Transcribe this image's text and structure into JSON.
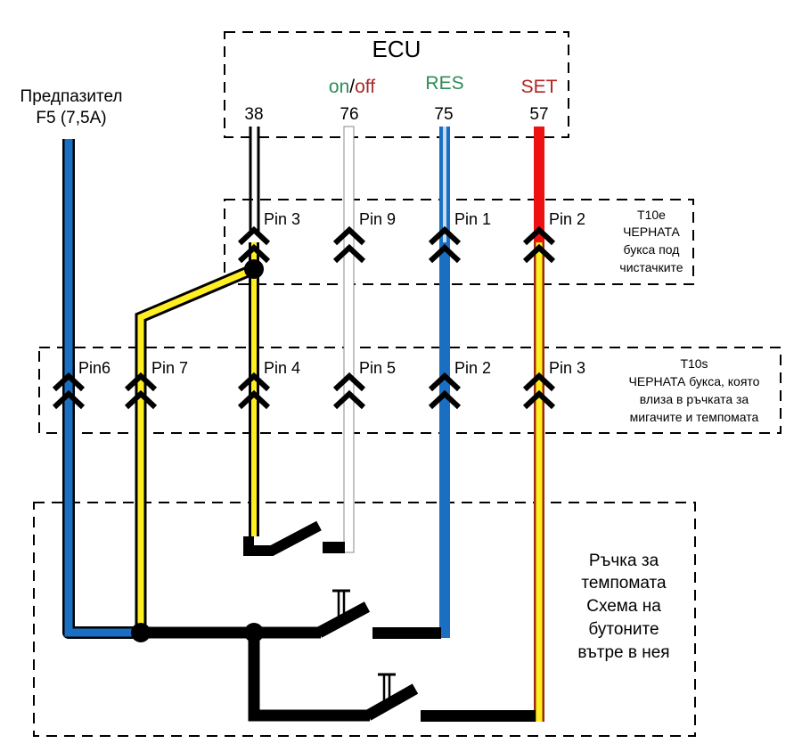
{
  "ecu": {
    "title": "ECU",
    "functions": [
      {
        "id": "onoff",
        "parts": [
          {
            "text": "on",
            "color": "#2e8b57"
          },
          {
            "text": "/",
            "color": "#000000"
          },
          {
            "text": "off",
            "color": "#a52a2a"
          }
        ]
      },
      {
        "id": "res",
        "parts": [
          {
            "text": "RES",
            "color": "#2e8b57"
          }
        ]
      },
      {
        "id": "set",
        "parts": [
          {
            "text": "SET",
            "color": "#b22222"
          }
        ]
      }
    ],
    "terminals": [
      "38",
      "76",
      "75",
      "57"
    ]
  },
  "fuse": {
    "line1": "Предпазител",
    "line2": "F5 (7,5A)"
  },
  "connector_t10e": {
    "name": "T10e",
    "desc_lines": [
      "ЧЕРНАТА",
      "букса под",
      "чистачките"
    ],
    "pins": [
      "Pin 3",
      "Pin 9",
      "Pin 1",
      "Pin 2"
    ]
  },
  "connector_t10s": {
    "name": "T10s",
    "desc_lines": [
      "ЧЕРНАТА букса, която",
      "влиза в ръчката за",
      "мигачите и темпомата"
    ],
    "pins": [
      "Pin6",
      "Pin 7",
      "Pin 4",
      "Pin 5",
      "Pin 2",
      "Pin 3"
    ]
  },
  "switch_block": {
    "desc_lines": [
      "Ръчка за",
      "темпомата",
      "Схема на",
      "бутоните",
      "вътре в нея"
    ]
  },
  "wire_colors": {
    "black": "#000000",
    "white": "#ffffff",
    "blue": "#1a6fc2",
    "blue_light": "#c8dcf0",
    "red": "#ee1111",
    "yellow": "#ffee22",
    "yellow_red_edge": "#9a2a10"
  }
}
